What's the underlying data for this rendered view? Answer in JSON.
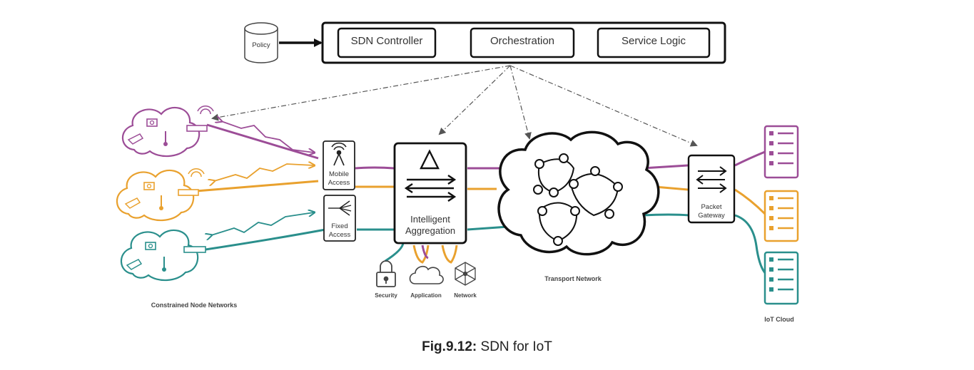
{
  "policy_label": "Policy",
  "control_plane": {
    "sdn_controller": "SDN Controller",
    "orchestration": "Orchestration",
    "service_logic": "Service Logic"
  },
  "access": {
    "mobile_line1": "Mobile",
    "mobile_line2": "Access",
    "fixed_line1": "Fixed",
    "fixed_line2": "Access"
  },
  "aggregation": {
    "line1": "Intelligent",
    "line2": "Aggregation"
  },
  "services": {
    "security": "Security",
    "application": "Application",
    "network": "Network"
  },
  "transport_label": "Transport Network",
  "gateway": {
    "line1": "Packet",
    "line2": "Gateway"
  },
  "constrained_label": "Constrained Node Networks",
  "iot_cloud_label": "IoT Cloud",
  "caption": {
    "prefix": "Fig.9.12:",
    "text": " SDN for IoT"
  },
  "colors": {
    "purple": "#9c4d97",
    "orange": "#e9a12e",
    "teal": "#2a8f8c",
    "ink": "#111111"
  }
}
